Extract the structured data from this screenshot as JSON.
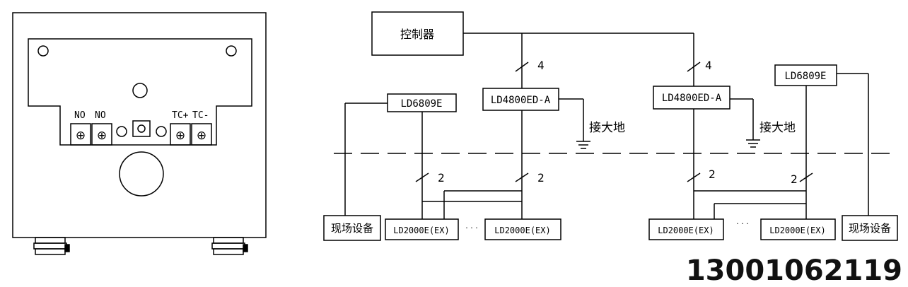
{
  "device": {
    "terminals": [
      "NO",
      "NO",
      "TC+",
      "TC-"
    ],
    "screw_symbol": "⊕"
  },
  "wiring": {
    "controller": "控制器",
    "left_module": "LD4800ED-A",
    "right_module": "LD4800ED-A",
    "left_relay": "LD6809E",
    "right_relay": "LD6809E",
    "left_field_device": "现场设备",
    "right_field_device": "现场设备",
    "left_detector_a": "LD2000E(EX)",
    "left_detector_b": "LD2000E(EX)",
    "right_detector_a": "LD2000E(EX)",
    "right_detector_b": "LD2000E(EX)",
    "ellipsis": "· · ·",
    "ground_label": "接大地",
    "bus_count": "4",
    "branch_count": "2"
  },
  "contact_phone": "13001062119"
}
